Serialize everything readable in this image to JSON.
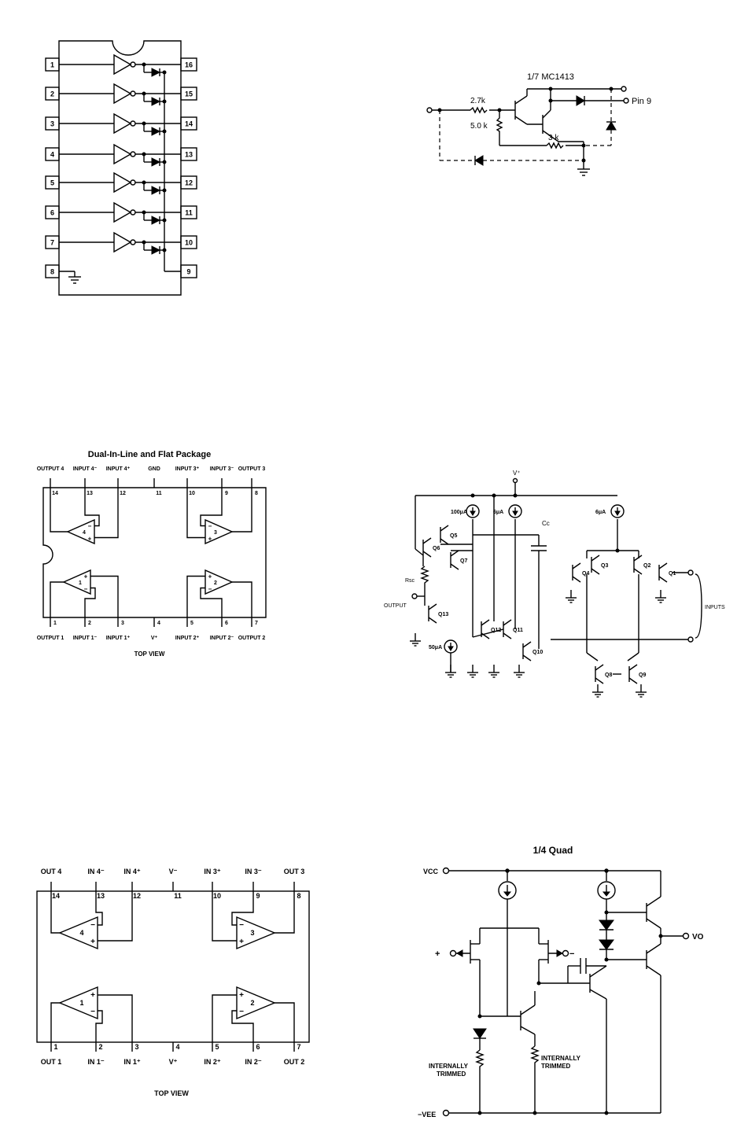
{
  "ic1": {
    "pins_left": [
      "1",
      "2",
      "3",
      "4",
      "5",
      "6",
      "7",
      "8"
    ],
    "pins_right": [
      "16",
      "15",
      "14",
      "13",
      "12",
      "11",
      "10",
      "9"
    ]
  },
  "darlington": {
    "title": "1/7 MC1413",
    "r1": "2.7k",
    "r2": "5.0 k",
    "r3": "3 k",
    "pin_label": "Pin 9"
  },
  "quad_dip": {
    "title": "Dual-In-Line and Flat Package",
    "top_labels": [
      "OUTPUT 4",
      "INPUT 4⁻",
      "INPUT 4⁺",
      "GND",
      "INPUT 3⁺",
      "INPUT 3⁻",
      "OUTPUT 3"
    ],
    "top_pins": [
      "14",
      "13",
      "12",
      "11",
      "10",
      "9",
      "8"
    ],
    "bottom_labels": [
      "OUTPUT 1",
      "INPUT 1⁻",
      "INPUT 1⁺",
      "V⁺",
      "INPUT 2⁺",
      "INPUT 2⁻",
      "OUTPUT 2"
    ],
    "bottom_pins": [
      "1",
      "2",
      "3",
      "4",
      "5",
      "6",
      "7"
    ],
    "amps": [
      "4",
      "3",
      "1",
      "2"
    ],
    "footer": "TOP VIEW"
  },
  "opamp_schematic": {
    "vplus": "V⁺",
    "labels": [
      "100μA",
      "Q5",
      "Q6",
      "Q7",
      "Rsc",
      "OUTPUT",
      "Q13",
      "50μA",
      "Q12",
      "Q11",
      "Q10",
      "6μA",
      "Cc",
      "6μA",
      "Q3",
      "Q2",
      "Q4",
      "Q1",
      "Q8",
      "Q9",
      "INPUTS"
    ]
  },
  "quad_dip2": {
    "top_labels": [
      "OUT 4",
      "IN 4⁻",
      "IN 4⁺",
      "V⁻",
      "IN 3⁺",
      "IN 3⁻",
      "OUT 3"
    ],
    "top_pins": [
      "14",
      "13",
      "12",
      "11",
      "10",
      "9",
      "8"
    ],
    "bottom_labels": [
      "OUT 1",
      "IN 1⁻",
      "IN 1⁺",
      "V⁺",
      "IN 2⁺",
      "IN 2⁻",
      "OUT 2"
    ],
    "bottom_pins": [
      "1",
      "2",
      "3",
      "4",
      "5",
      "6",
      "7"
    ],
    "amps": [
      "4",
      "3",
      "1",
      "2"
    ],
    "footer": "TOP VIEW"
  },
  "quad_schematic": {
    "title": "1/4 Quad",
    "vcc": "VCC",
    "vee": "−VEE",
    "plus": "+",
    "minus": "−",
    "vo": "VO",
    "trim1": "INTERNALLY",
    "trim1b": "TRIMMED",
    "trim2": "INTERNALLY",
    "trim2b": "TRIMMED"
  }
}
